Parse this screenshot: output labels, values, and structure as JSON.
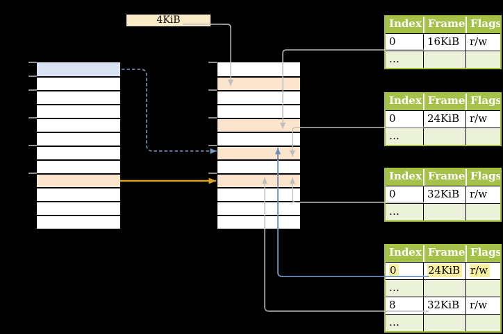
{
  "size_label": {
    "text": "4KiB"
  },
  "virtual_memory": {
    "rows": [
      "blue",
      "white",
      "white",
      "white",
      "white",
      "white",
      "white",
      "white",
      "peach",
      "white",
      "white",
      "white"
    ],
    "ticks_y": [
      90,
      110,
      130,
      170,
      210,
      250
    ]
  },
  "physical_memory": {
    "rows": [
      "white",
      "peach",
      "white",
      "white",
      "peach",
      "white",
      "peach",
      "white",
      "peach",
      "white",
      "white",
      "white"
    ],
    "ticks_y": [
      90,
      130,
      170,
      210,
      250
    ]
  },
  "page_tables": [
    {
      "headers": [
        "Index",
        "Frame",
        "Flags"
      ],
      "rows": [
        {
          "variant": "value",
          "highlight": false,
          "cells": [
            "0",
            "16KiB",
            "r/w"
          ]
        },
        {
          "variant": "more",
          "highlight": false,
          "cells": [
            "…",
            "",
            ""
          ]
        }
      ]
    },
    {
      "headers": [
        "Index",
        "Frame",
        "Flags"
      ],
      "rows": [
        {
          "variant": "value",
          "highlight": false,
          "cells": [
            "0",
            "24KiB",
            "r/w"
          ]
        },
        {
          "variant": "more",
          "highlight": false,
          "cells": [
            "…",
            "",
            ""
          ]
        }
      ]
    },
    {
      "headers": [
        "Index",
        "Frame",
        "Flags"
      ],
      "rows": [
        {
          "variant": "value",
          "highlight": false,
          "cells": [
            "0",
            "32KiB",
            "r/w"
          ]
        },
        {
          "variant": "more",
          "highlight": false,
          "cells": [
            "…",
            "",
            ""
          ]
        }
      ]
    },
    {
      "headers": [
        "Index",
        "Frame",
        "Flags"
      ],
      "rows": [
        {
          "variant": "value",
          "highlight": true,
          "cells": [
            "0",
            "24KiB",
            "r/w"
          ]
        },
        {
          "variant": "more",
          "highlight": false,
          "cells": [
            "…",
            "",
            ""
          ]
        },
        {
          "variant": "value",
          "highlight": false,
          "cells": [
            "8",
            "32KiB",
            "r/w"
          ]
        },
        {
          "variant": "more",
          "highlight": false,
          "cells": [
            "…",
            "",
            ""
          ]
        }
      ]
    }
  ],
  "connectors": [
    {
      "name": "size-label-to-physical-row2",
      "color_key": "line_gray",
      "style": "solid"
    },
    {
      "name": "pagetable1-row0-to-physical-row5",
      "color_key": "line_gray",
      "style": "solid"
    },
    {
      "name": "pagetable2-row0-to-physical-row7",
      "color_key": "line_gray",
      "style": "solid"
    },
    {
      "name": "pagetable3-row0-to-physical-row9",
      "color_key": "line_gray",
      "style": "solid"
    },
    {
      "name": "pagetable4-row0-to-physical-row7",
      "color_key": "line_blue",
      "style": "solid"
    },
    {
      "name": "pagetable4-row8-to-physical-row9",
      "color_key": "line_gray",
      "style": "solid"
    },
    {
      "name": "virtual-row1-to-physical-row7",
      "color_key": "line_blue_dashed",
      "style": "dashed"
    },
    {
      "name": "virtual-row9-to-physical-row9",
      "color_key": "line_orange",
      "style": "solid"
    }
  ],
  "colors": {
    "background": "#000000",
    "table_green": "#A6C14A",
    "table_green_border": "#A6C13C",
    "table_row_light_green": "#ECF1DA",
    "row_white": "#FFFFFF",
    "row_blue": "#D9E2F3",
    "row_peach": "#FCE5CD",
    "label_cream": "#FAEBC8",
    "highlight_yellow": "#FAF0A0",
    "line_gray": "#BFBFBF",
    "line_blue": "#6C8EBD",
    "line_blue_dashed": "#7A9CC8",
    "line_orange": "#D9A227",
    "tick_gray": "#8F8F8F",
    "more_text": "#555555"
  }
}
